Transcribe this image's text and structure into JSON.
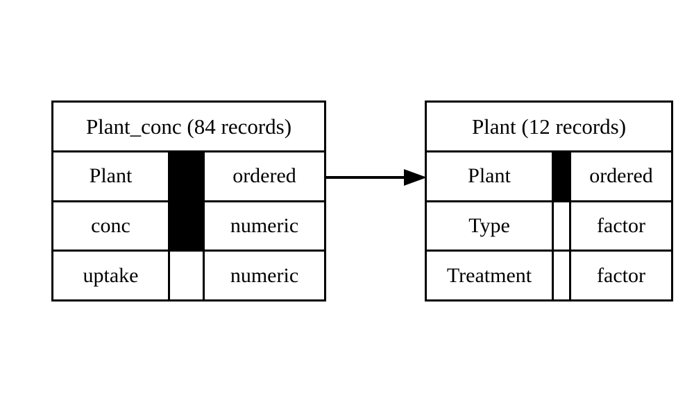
{
  "diagram": {
    "type": "entity-relationship",
    "entities": [
      {
        "id": "plant_conc",
        "title": "Plant_conc (84 records)",
        "name": "Plant_conc",
        "record_count": "84 records",
        "fields": [
          {
            "name": "Plant",
            "key": true,
            "type": "ordered"
          },
          {
            "name": "conc",
            "key": true,
            "type": "numeric"
          },
          {
            "name": "uptake",
            "key": false,
            "type": "numeric"
          }
        ]
      },
      {
        "id": "plant",
        "title": "Plant (12 records)",
        "name": "Plant",
        "record_count": "12 records",
        "fields": [
          {
            "name": "Plant",
            "key": true,
            "type": "ordered"
          },
          {
            "name": "Type",
            "key": false,
            "type": "factor"
          },
          {
            "name": "Treatment",
            "key": false,
            "type": "factor"
          }
        ]
      }
    ],
    "relationship": {
      "icon": "arrow-right-icon",
      "from": "plant_conc.Plant",
      "to": "plant.Plant"
    },
    "colors": {
      "background": "#ffffff",
      "line": "#000000",
      "key_fill": "#000000",
      "text": "#000000"
    }
  }
}
